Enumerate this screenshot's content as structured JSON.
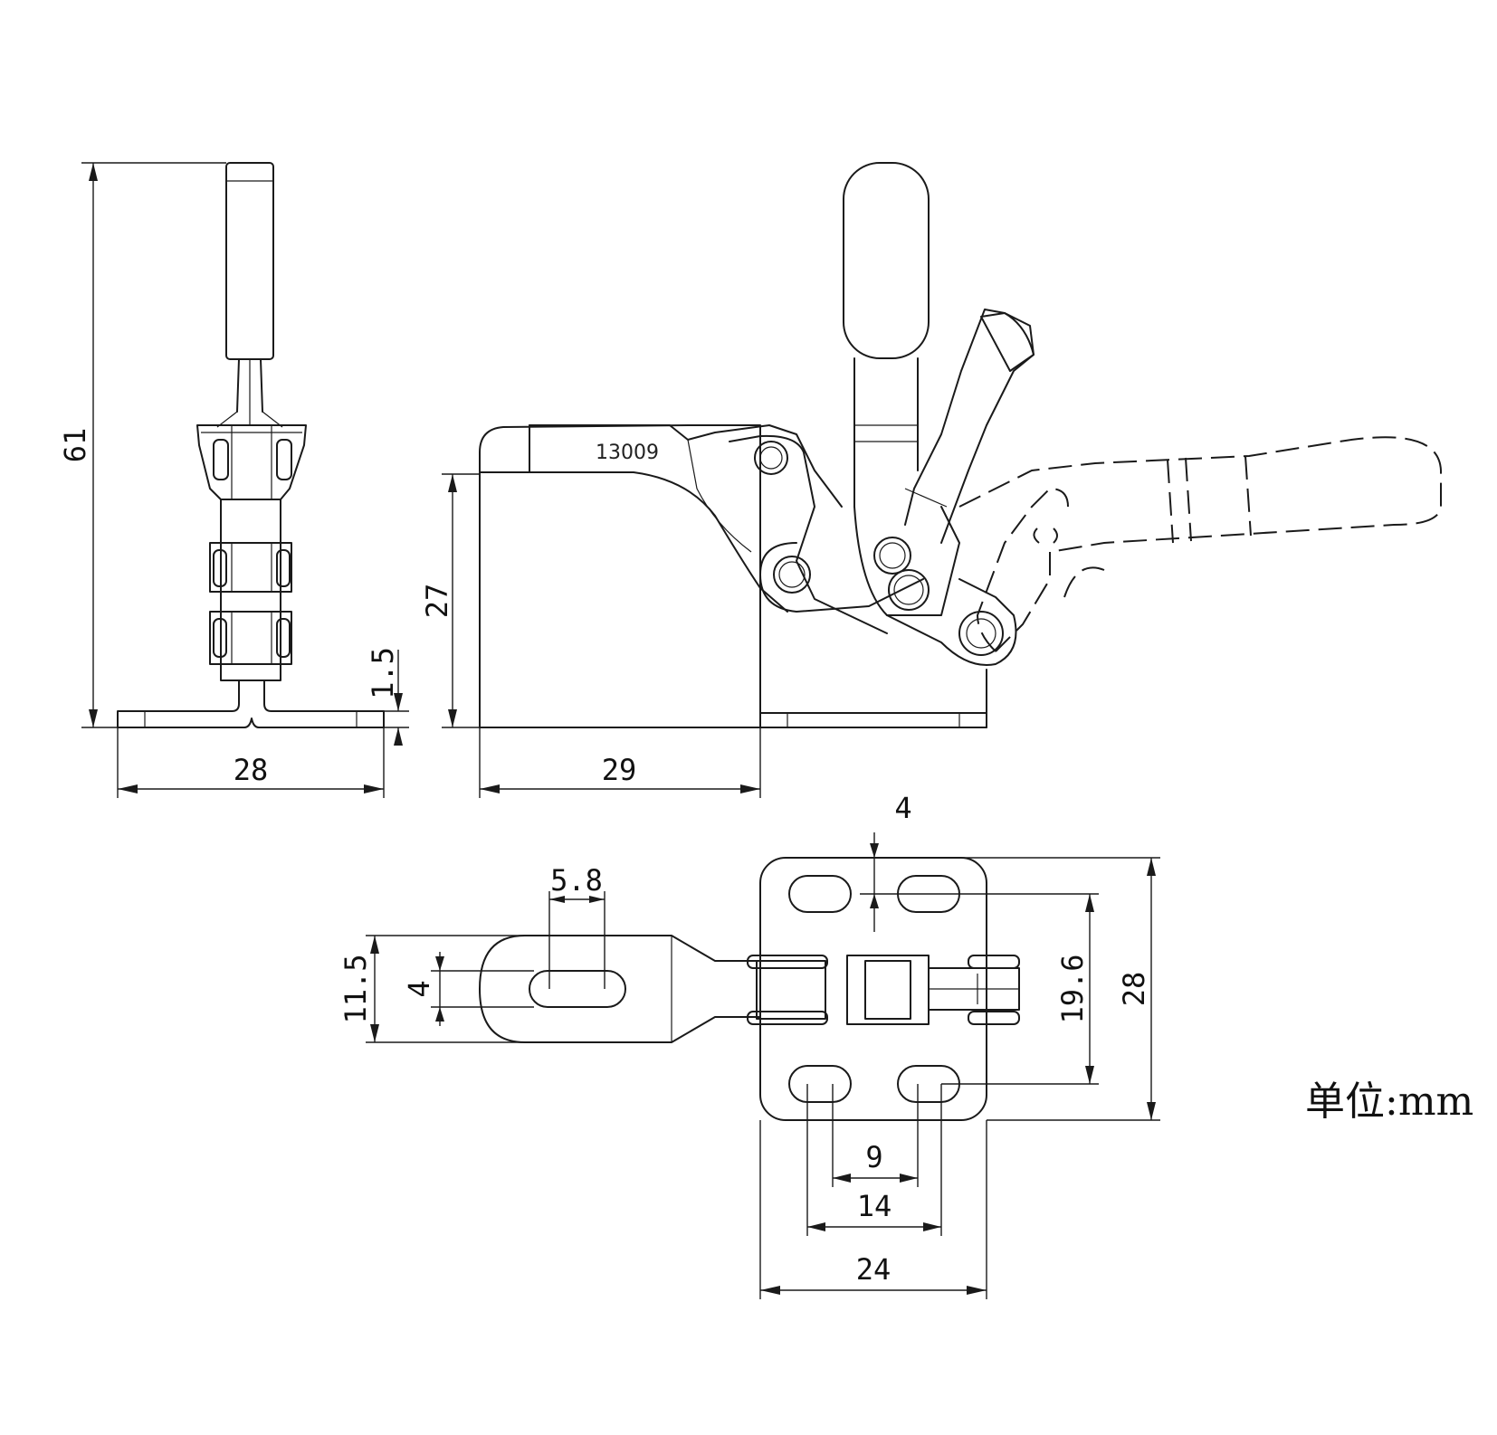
{
  "drawing": {
    "part_number": "13009",
    "unit_label": "单位:mm",
    "dimensions": {
      "side_height": "61",
      "side_base_width": "28",
      "base_thickness": "1.5",
      "front_height": "27",
      "front_base_length": "29",
      "slot_length": "5.8",
      "arm_width": "11.5",
      "slot_width": "4",
      "hole_offset": "4",
      "hole_pitch_vertical": "19.6",
      "base_plate_height": "28",
      "slot_spacing_inner": "9",
      "slot_spacing_outer": "14",
      "base_plate_width": "24"
    }
  }
}
